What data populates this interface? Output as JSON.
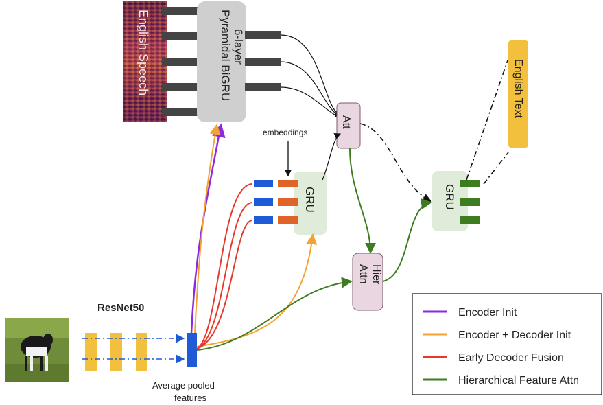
{
  "speech_box": {
    "label": "English Speech"
  },
  "encoder_box": {
    "line1": "6-layer",
    "line2": "Pyramidal BiGRU"
  },
  "att_box": {
    "label": "Att"
  },
  "embeddings_label": "embeddings",
  "decoder_gru": {
    "label": "GRU"
  },
  "hier_attn_box": {
    "line1": "Hier",
    "line2": "Attn"
  },
  "output_gru": {
    "label": "GRU"
  },
  "text_box": {
    "label": "English Text"
  },
  "resnet_label": "ResNet50",
  "pooled_label": {
    "line1": "Average pooled",
    "line2": "features"
  },
  "legend": {
    "items": [
      {
        "label": "Encoder Init",
        "color": "#8a2be2"
      },
      {
        "label": "Encoder + Decoder Init",
        "color": "#f4a233"
      },
      {
        "label": "Early Decoder Fusion",
        "color": "#e53a2c"
      },
      {
        "label": "Hierarchical Feature Attn",
        "color": "#3e7c1f"
      }
    ]
  },
  "colors": {
    "gray_box": "#cfcfcf",
    "pink_box": "#ead6e0",
    "green_box": "#deecd9",
    "yellow_box": "#f2c03c",
    "blue": "#1f5bd6",
    "orange_tab": "#e0632a",
    "dark_green_tab": "#3e7c1f",
    "dark_tab": "#444444"
  }
}
